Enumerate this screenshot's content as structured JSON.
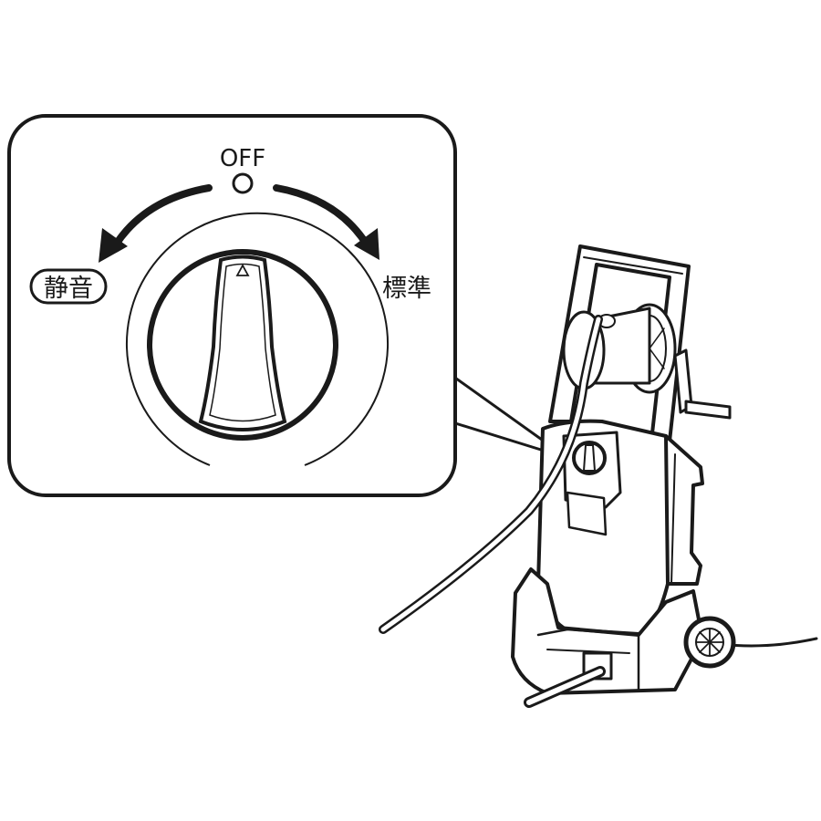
{
  "labels": {
    "off": "OFF",
    "quiet": "静音",
    "standard": "標準"
  },
  "colors": {
    "line": "#1a1a1a",
    "fill": "#ffffff",
    "shade": "#e9e9e9"
  }
}
